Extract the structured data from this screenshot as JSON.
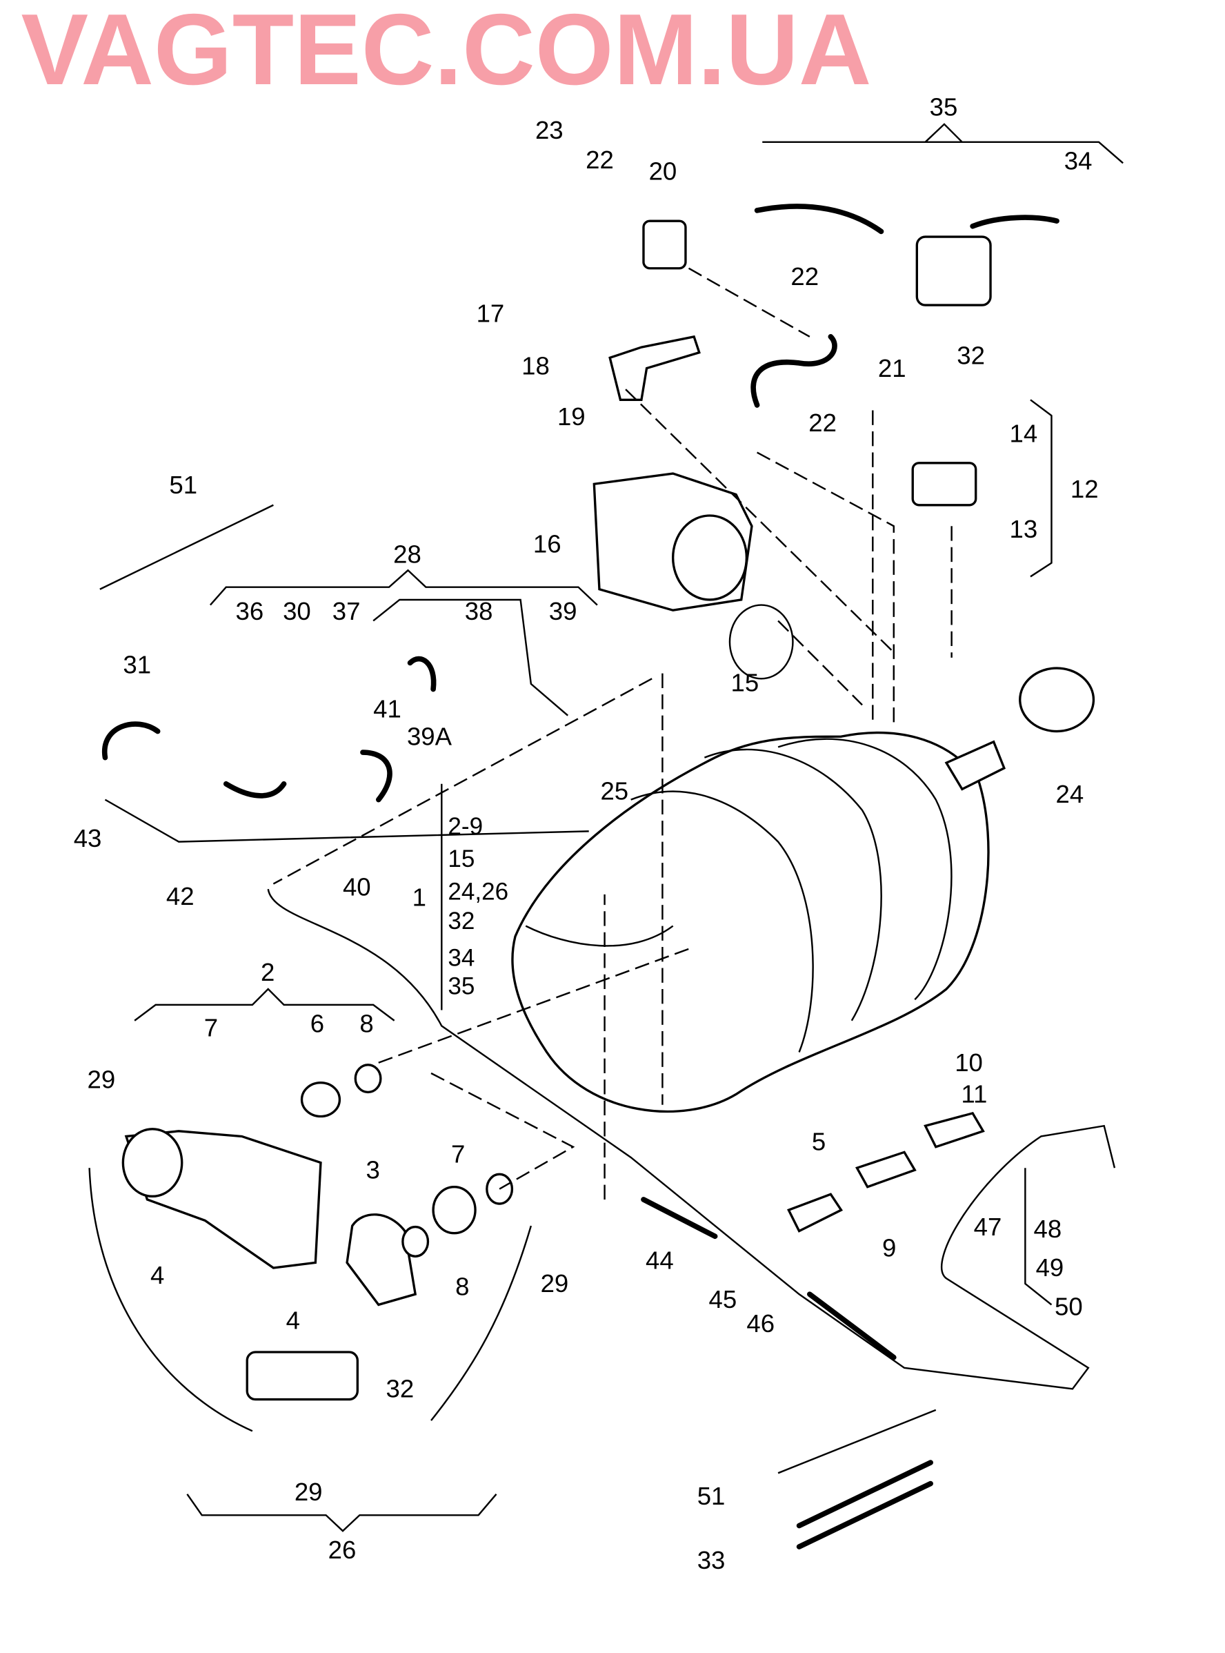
{
  "watermark": "VAGTEC.COM.UA",
  "part_labels": [
    "35",
    "23",
    "22",
    "20",
    "34",
    "22",
    "17",
    "18",
    "21",
    "32",
    "19",
    "22",
    "14",
    "12",
    "13",
    "51",
    "16",
    "28",
    "36",
    "30",
    "37",
    "38",
    "39",
    "31",
    "41",
    "39A",
    "15",
    "24",
    "25",
    "43",
    "42",
    "40",
    "1",
    "2",
    "7",
    "6",
    "8",
    "29",
    "10",
    "11",
    "5",
    "3",
    "7",
    "4",
    "8",
    "29",
    "44",
    "9",
    "47",
    "48",
    "49",
    "50",
    "45",
    "46",
    "4",
    "32",
    "29",
    "26",
    "51",
    "33"
  ],
  "group_1_contents": [
    "2-9",
    "15",
    "24,26",
    "32",
    "34",
    "35"
  ]
}
